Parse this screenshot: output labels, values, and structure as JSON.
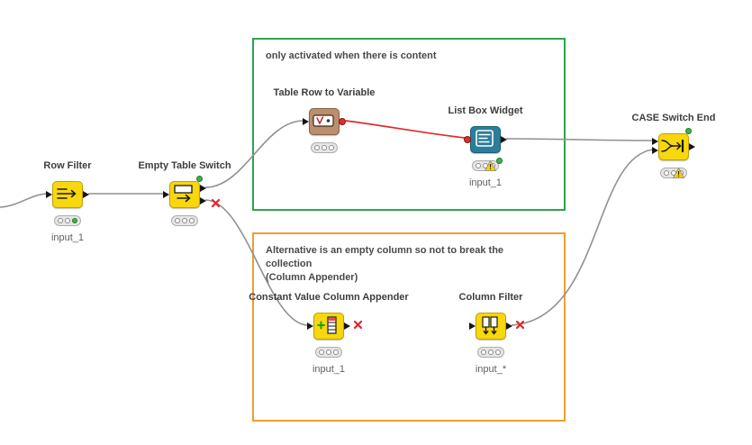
{
  "annotations": {
    "content_box": {
      "title": "only activated when there is content"
    },
    "alternative_box": {
      "title": "Alternative is an empty column so not to break the collection\n(Column Appender)"
    }
  },
  "nodes": {
    "row_filter": {
      "label": "Row Filter",
      "port_label": "input_1"
    },
    "empty_table_switch": {
      "label": "Empty Table Switch"
    },
    "table_row_to_variable": {
      "label": "Table Row to Variable"
    },
    "list_box_widget": {
      "label": "List Box Widget",
      "port_label": "input_1"
    },
    "case_switch_end": {
      "label": "CASE Switch End"
    },
    "constant_value_column_appender": {
      "label": "Constant Value Column Appender",
      "port_label": "input_1"
    },
    "column_filter": {
      "label": "Column Filter",
      "port_label": "input_*"
    }
  },
  "colors": {
    "node_yellow": "#f8d70c",
    "node_yellow_border": "#bfa106",
    "node_tan": "#bb8e6d",
    "node_tan_border": "#8a6248",
    "node_teal": "#2a7e99",
    "node_teal_border": "#1b5d73",
    "annotation_green": "#2ea44f",
    "annotation_orange": "#f09d33",
    "edge_gray": "#909090",
    "edge_red": "#e02b2b",
    "inactive_x_red": "#e3242c",
    "state_green": "#3ab54a",
    "warning_yellow": "#f7d100"
  }
}
